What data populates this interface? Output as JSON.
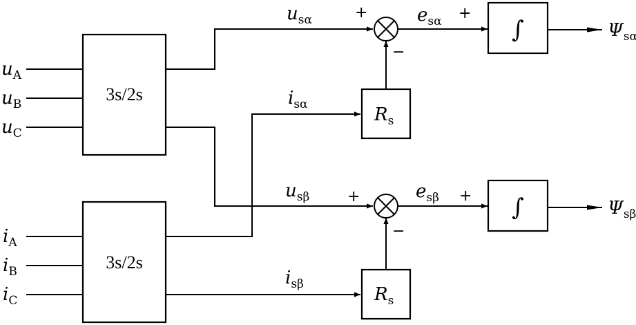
{
  "blocks": {
    "transform_voltage": "3s/2s",
    "transform_current": "3s/2s",
    "resistor_alpha": {
      "main": "R",
      "sub": "s"
    },
    "resistor_beta": {
      "main": "R",
      "sub": "s"
    },
    "integrator_alpha": "∫",
    "integrator_beta": "∫"
  },
  "inputs": {
    "voltage": [
      {
        "main": "u",
        "sub": "A"
      },
      {
        "main": "u",
        "sub": "B"
      },
      {
        "main": "u",
        "sub": "C"
      }
    ],
    "current": [
      {
        "main": "i",
        "sub": "A"
      },
      {
        "main": "i",
        "sub": "B"
      },
      {
        "main": "i",
        "sub": "C"
      }
    ]
  },
  "signals": {
    "u_s_alpha": {
      "main": "u",
      "sub": "sα"
    },
    "i_s_alpha": {
      "main": "i",
      "sub": "sα"
    },
    "e_s_alpha": {
      "main": "e",
      "sub": "sα"
    },
    "u_s_beta": {
      "main": "u",
      "sub": "sβ"
    },
    "i_s_beta": {
      "main": "i",
      "sub": "sβ"
    },
    "e_s_beta": {
      "main": "e",
      "sub": "sβ"
    }
  },
  "outputs": {
    "psi_s_alpha": {
      "main": "Ψ",
      "sub": "sα"
    },
    "psi_s_beta": {
      "main": "Ψ",
      "sub": "sβ"
    }
  },
  "signs": {
    "plus": "+",
    "minus": "−"
  }
}
